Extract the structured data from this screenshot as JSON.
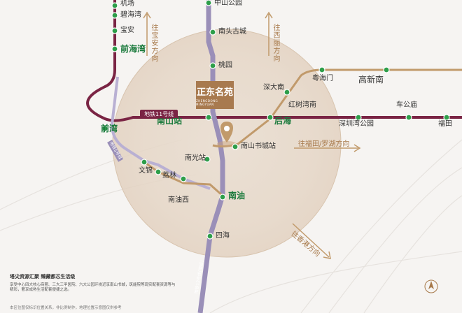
{
  "project": {
    "name": "正东名苑",
    "sub": "ZHENGDONG MINGYUAN"
  },
  "line_tags": {
    "line11": "地铁11号线",
    "line12": "地铁12号线(南延)",
    "line_left": "地铁5号线"
  },
  "stations": {
    "jichang": "机场",
    "bihaiwan": "碧海湾",
    "baoan": "宝安",
    "qianhaiwan": "前海湾",
    "zhongshan": "中山公园",
    "nantou": "南头古城",
    "taoyuan": "桃园",
    "qianwan": "前湾",
    "nanshan": "南山站",
    "houhai": "后海",
    "nanshanshucheng": "南山书城站",
    "nanguang": "南光站",
    "wenjin": "文锦",
    "lilin": "荔林",
    "nanyouxi": "南油西",
    "nanyou": "南油",
    "sihai": "四海",
    "shendanan": "深大南",
    "yuehaimen": "粤海门",
    "gaoxinnan": "高新南",
    "honghuwan": "红树湾南",
    "shenzhenwan": "深圳湾公园",
    "chegongmiao": "车公庙",
    "futian": "福田"
  },
  "directions": {
    "baoan": "往宝安方向",
    "xili": "往西丽方向",
    "futian": "往福田/罗湖方向",
    "xianggang": "往香港方向"
  },
  "note": {
    "title": "塔尖资源汇聚 臻藏都芯生活级",
    "body": "享受中心四大核心商圈、三大三甲医院、六大公园环绕近享南山书城，筑能院等现实配套资源等与精彩，奢享成熟生活配套便捷之选。",
    "footer": "本区位图仅标识位置关系，非比例制作，地理位置示意图仅供参考"
  },
  "colors": {
    "line11": "#7a2444",
    "line12": "#9a8fb8",
    "line_left": "#b9b0d3",
    "line_gold": "#c19a6b",
    "station": "#2e9e4a"
  }
}
